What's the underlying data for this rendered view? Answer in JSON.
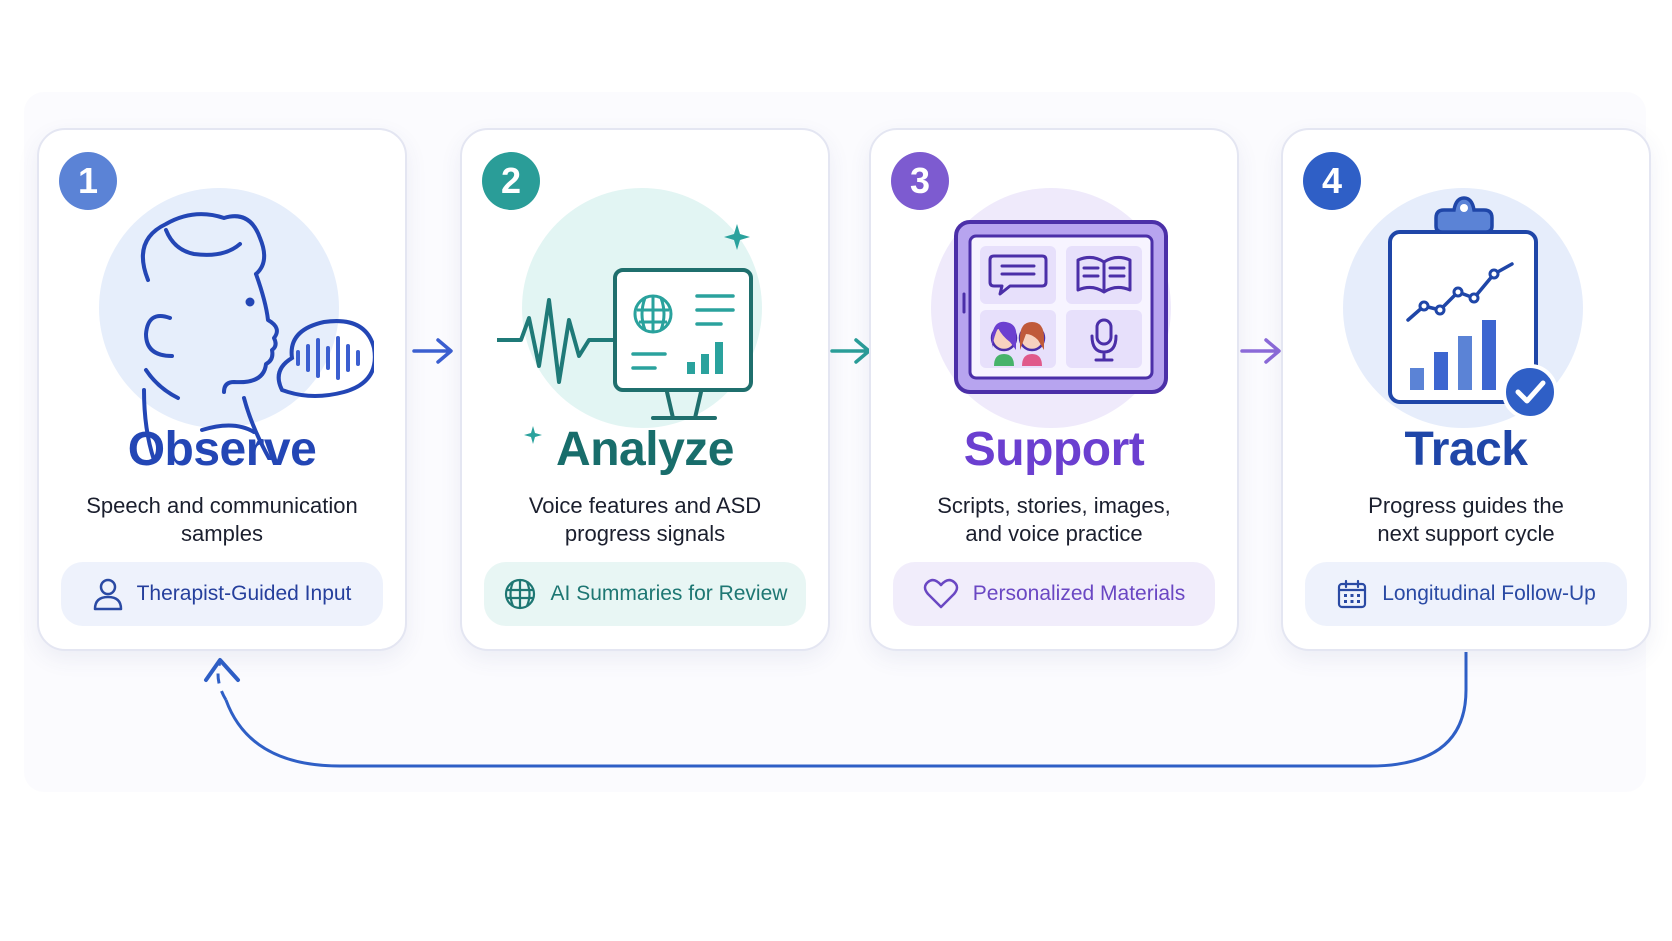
{
  "steps": [
    {
      "number": "1",
      "title": "Observe",
      "description": "Speech and communication samples",
      "pill_label": "Therapist-Guided Input",
      "pill_icon": "person-icon",
      "illustration": "child-speaking-with-sound-bubble",
      "accent": "#2346b5"
    },
    {
      "number": "2",
      "title": "Analyze",
      "description_lines": [
        "Voice features and ASD",
        "progress signals"
      ],
      "pill_label": "AI Summaries for Review",
      "pill_icon": "brain-icon",
      "illustration": "waveform-and-brain-monitor",
      "accent": "#186d6b"
    },
    {
      "number": "3",
      "title": "Support",
      "description_lines": [
        "Scripts, stories, images,",
        "and voice practice"
      ],
      "pill_label": "Personalized Materials",
      "pill_icon": "heart-icon",
      "illustration": "tablet-with-chat-book-children-microphone",
      "accent": "#6b3fd0"
    },
    {
      "number": "4",
      "title": "Track",
      "description_lines": [
        "Progress guides the",
        "next support cycle"
      ],
      "pill_label": "Longitudinal Follow-Up",
      "pill_icon": "calendar-icon",
      "illustration": "clipboard-chart-with-checkmark",
      "accent": "#1f46a8"
    }
  ],
  "connectors": [
    "arrow-right-icon",
    "arrow-right-icon",
    "arrow-right-icon"
  ],
  "loop": {
    "from": "Track",
    "to": "Observe",
    "style": "dashed-then-solid",
    "color": "#2f5fc6"
  }
}
